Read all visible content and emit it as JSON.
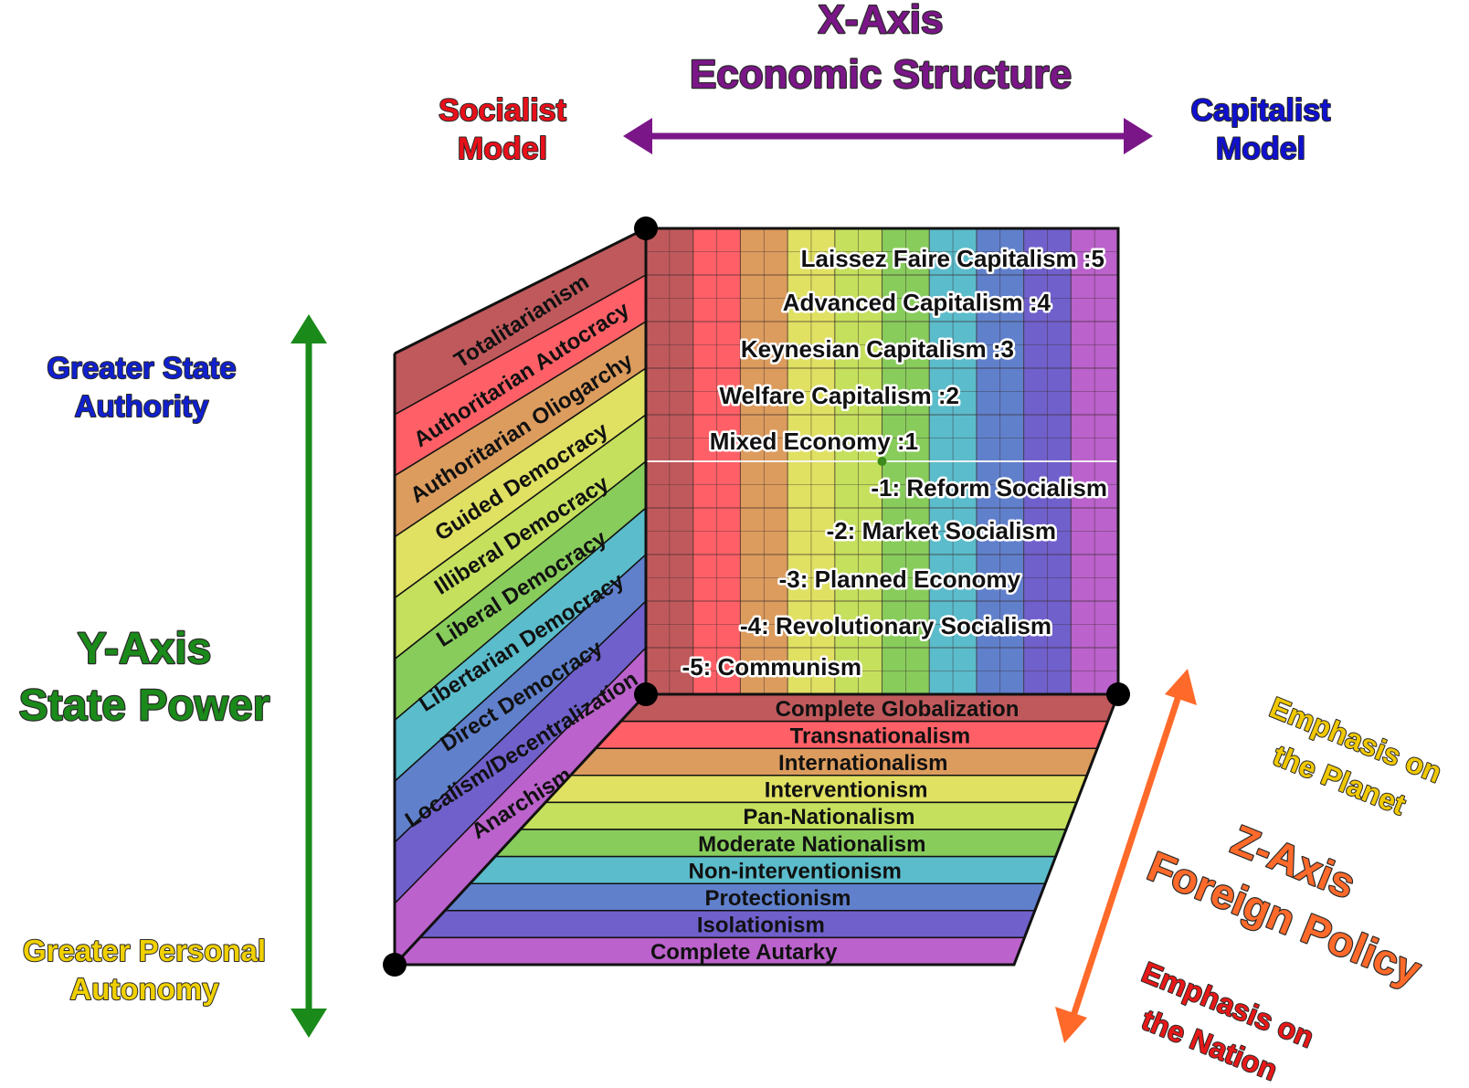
{
  "x_axis": {
    "title_line1": "X-Axis",
    "title_line2": "Economic Structure",
    "left_line1": "Socialist",
    "left_line2": "Model",
    "right_line1": "Capitalist",
    "right_line2": "Model",
    "levels": [
      "Laissez Faire Capitalism :5",
      "Advanced Capitalism :4",
      "Keynesian Capitalism :3",
      "Welfare Capitalism :2",
      "Mixed Economy :1",
      "-1: Reform Socialism",
      "-2: Market Socialism",
      "-3: Planned Economy",
      "-4: Revolutionary Socialism",
      "-5: Communism"
    ]
  },
  "y_axis": {
    "title_line1": "Y-Axis",
    "title_line2": "State Power",
    "top_line1": "Greater State",
    "top_line2": "Authority",
    "bottom_line1": "Greater Personal",
    "bottom_line2": "Autonomy",
    "levels": [
      "Totalitarianism",
      "Authoritarian Autocracy",
      "Authoritarian Oliogarchy",
      "Guided Democracy",
      "Illiberal Democracy",
      "Liberal Democracy",
      "Libertarian Democracy",
      "Direct Democracy",
      "Localism/Decentralization",
      "Anarchism"
    ]
  },
  "z_axis": {
    "title_line1": "Z-Axis",
    "title_line2": "Foreign Policy",
    "top_line1": "Emphasis on",
    "top_line2": "the Planet",
    "bottom_line1": "Emphasis on",
    "bottom_line2": "the Nation",
    "levels": [
      "Complete Globalization",
      "Transnationalism",
      "Internationalism",
      "Interventionism",
      "Pan-Nationalism",
      "Moderate Nationalism",
      "Non-interventionism",
      "Protectionism",
      "Isolationism",
      "Complete Autarky"
    ]
  },
  "palette": [
    "#c0595c",
    "#ff6067",
    "#dc9c5e",
    "#e0e063",
    "#c5e05d",
    "#88cc5c",
    "#5bbccb",
    "#6080cc",
    "#7060cc",
    "#bb62cc"
  ],
  "colors": {
    "x_axis": "#7a1687",
    "y_axis": "#1a8a1a",
    "z_axis": "#ff6a2a",
    "socialist": "#e8101a",
    "capitalist": "#1010d0",
    "authority": "#1020d0",
    "autonomy": "#f0d000",
    "planet": "#f0c800",
    "nation": "#e81818"
  }
}
